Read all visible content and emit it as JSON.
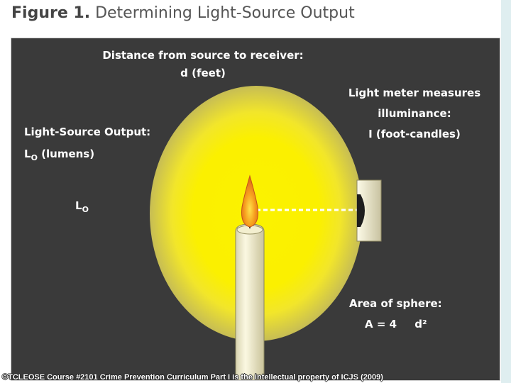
{
  "title": {
    "figure_label": "Figure 1.",
    "text": "Determining Light-Source Output"
  },
  "labels": {
    "distance_line1": "Distance from source to receiver:",
    "distance_line2": "d (feet)",
    "meter_line1": "Light meter measures",
    "meter_line2": "illuminance:",
    "meter_line3": "I (foot-candles)",
    "output_line1": "Light-Source Output:",
    "output_line2_main": "L",
    "output_line2_sub": "O",
    "output_line2_rest": " (lumens)",
    "lo_main": "L",
    "lo_sub": "O",
    "area_line1": "Area of sphere:",
    "area_line2": "A = 4",
    "area_line2_rest": "d²"
  },
  "footer": "©TCLEOSE Course #2101 Crime Prevention Curriculum Part I is the intellectual property of ICJS (2009)",
  "colors": {
    "background": "#3a3a3a",
    "glow": "#fbf200",
    "text": "#ffffff",
    "flame": "#f08a1c"
  }
}
